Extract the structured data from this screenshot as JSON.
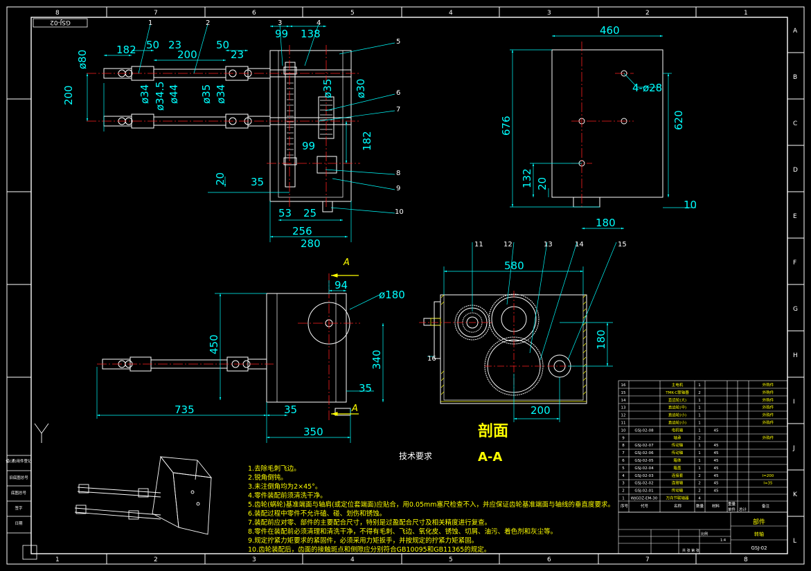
{
  "drawing": {
    "code_stamp": "GSJ-02",
    "drawing_no": "GSJ-02",
    "assembly_name": "转轴",
    "section_title": "剖面",
    "section_subtitle": "A-A",
    "section_marker": "A",
    "tech_req_title": "技术要求"
  },
  "frame": {
    "col_labels": [
      "8",
      "7",
      "6",
      "5",
      "4",
      "3",
      "2",
      "1"
    ],
    "col_labels_bottom": [
      "1",
      "2",
      "3",
      "4",
      "5",
      "6",
      "7",
      "8"
    ],
    "row_labels": [
      "A",
      "B",
      "C",
      "D",
      "E",
      "F",
      "G",
      "H",
      "I",
      "J",
      "K",
      "L"
    ]
  },
  "colors": {
    "background": "#000000",
    "outline": "#ffffff",
    "dimension": "#00ffff",
    "centerline": "#ff2020",
    "annotation": "#ffff00",
    "hatch": "#ffff00"
  },
  "dimensions": {
    "front": [
      "182",
      "50",
      "23",
      "200",
      "50",
      "23",
      "ø80",
      "200",
      "ø34",
      "ø34.5",
      "ø44",
      "ø35",
      "ø34",
      "99",
      "138",
      "ø35",
      "ø30",
      "182",
      "99",
      "20",
      "35",
      "53",
      "25",
      "256",
      "280"
    ],
    "top": [
      "94",
      "ø180",
      "450",
      "340",
      "35",
      "735",
      "35",
      "350"
    ],
    "side": [
      "460",
      "676",
      "4-ø28",
      "620",
      "132",
      "20",
      "10",
      "180"
    ],
    "section": [
      "580",
      "180",
      "200"
    ]
  },
  "balloons": [
    "1",
    "2",
    "3",
    "4",
    "5",
    "6",
    "7",
    "8",
    "9",
    "10",
    "11",
    "12",
    "13",
    "14",
    "15",
    "16"
  ],
  "tech_notes": [
    "1.去除毛刺飞边。",
    "2.锐角倒钝。",
    "3.未注倒角均为2×45°。",
    "4.零件装配前须清洗干净。",
    "5.齿轮(蜗轮)基准端面与轴肩(或定位套端面)应贴合，用0.05mm塞尺检查不入，并应保证齿轮基准端面与轴线的垂直度要求。",
    "6.装配过程中零件不允许磕、碰、划伤和锈蚀。",
    "7.装配前应对零、部件的主要配合尺寸，特别是过盈配合尺寸及相关精度进行复查。",
    "8.零件在装配前必须清理和清洗干净，不得有毛刺、飞边、氧化皮、锈蚀、切屑、油污、着色剂和灰尘等。",
    "9.规定拧紧力矩要求的紧固件，必须采用力矩扳手，并按规定的拧紧力矩紧固。",
    "10.齿轮装配后，齿面的接触斑点和侧隙应分别符合GB10095和GB11365的规定。"
  ],
  "bom": {
    "headers": [
      "序号",
      "代号",
      "名称",
      "数量",
      "材料",
      "单件",
      "总计",
      "备注"
    ],
    "weight_header": "重量",
    "rows": [
      {
        "no": "16",
        "code": "",
        "name": "主电机",
        "qty": "1",
        "mat": "",
        "note": "外购件"
      },
      {
        "no": "15",
        "code": "",
        "name": "TMK-C联轴器",
        "qty": "2",
        "mat": "",
        "note": "外购件"
      },
      {
        "no": "14",
        "code": "",
        "name": "直齿轮(大)",
        "qty": "1",
        "mat": "",
        "note": "外购件"
      },
      {
        "no": "13",
        "code": "",
        "name": "直齿轮(中)",
        "qty": "1",
        "mat": "",
        "note": "外购件"
      },
      {
        "no": "12",
        "code": "",
        "name": "直齿轮(小)",
        "qty": "1",
        "mat": "",
        "note": "外购件"
      },
      {
        "no": "11",
        "code": "",
        "name": "直齿轮(小)",
        "qty": "1",
        "mat": "",
        "note": "外购件"
      },
      {
        "no": "10",
        "code": "GSJ-02-08",
        "name": "电机轴",
        "qty": "1",
        "mat": "45",
        "note": ""
      },
      {
        "no": "9",
        "code": "",
        "name": "轴承",
        "qty": "2",
        "mat": "",
        "note": "外购件"
      },
      {
        "no": "8",
        "code": "GSJ-02-07",
        "name": "传动轴",
        "qty": "1",
        "mat": "45",
        "note": ""
      },
      {
        "no": "7",
        "code": "GSJ-02-06",
        "name": "传动轴",
        "qty": "1",
        "mat": "45",
        "note": ""
      },
      {
        "no": "6",
        "code": "GSJ-02-05",
        "name": "箱体",
        "qty": "1",
        "mat": "45",
        "note": ""
      },
      {
        "no": "5",
        "code": "GSJ-02-04",
        "name": "箱盖",
        "qty": "1",
        "mat": "45",
        "note": ""
      },
      {
        "no": "4",
        "code": "GSJ-02-03",
        "name": "连接套",
        "qty": "2",
        "mat": "45",
        "note": "l=200"
      },
      {
        "no": "3",
        "code": "GSJ-02-02",
        "name": "连接轴",
        "qty": "2",
        "mat": "45",
        "note": "l=35"
      },
      {
        "no": "2",
        "code": "GSJ-02-01",
        "name": "传动轴",
        "qty": "2",
        "mat": "45",
        "note": ""
      },
      {
        "no": "1",
        "code": "WJGDZ-EM-30",
        "name": "万向节联轴器",
        "qty": "4",
        "mat": "",
        "note": ""
      }
    ]
  },
  "titleblock": {
    "part_label": "部件",
    "assembly_name": "转轴",
    "drawing_no": "GSJ-02",
    "scale_label": "比例",
    "scale": "1:4",
    "sheet": "共 张 第 张"
  },
  "left_strip": [
    "借(通)用件登记",
    "旧底图总号",
    "底图总号",
    "签字",
    "日期"
  ]
}
